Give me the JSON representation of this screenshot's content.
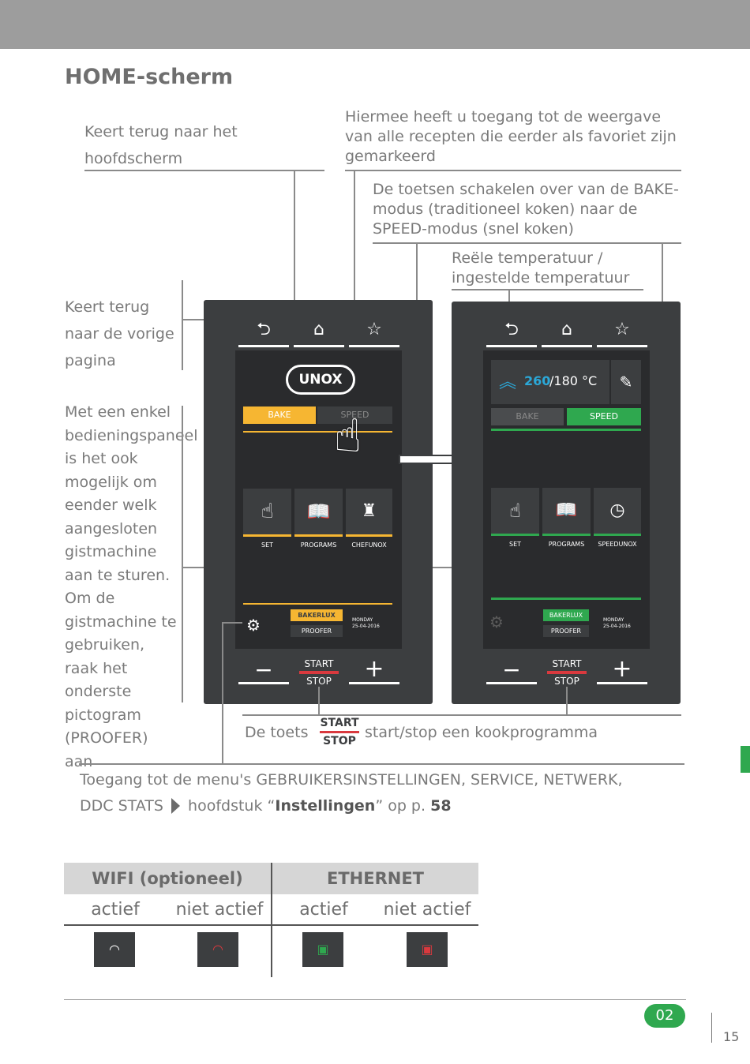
{
  "page": {
    "title": "HOME-scherm",
    "chapter_badge": "02",
    "page_number": "15"
  },
  "callouts": {
    "home": "Keert terug naar het hoofdscherm",
    "favorites": "Hiermee heeft u toegang tot de weergave van alle recepten die eerder als favoriet zijn gemarkeerd",
    "mode_switch": "De toetsen schakelen over van de BAKE-modus (traditioneel koken) naar de SPEED-modus (snel koken)",
    "temperature": "Reële temperatuur / ingestelde temperatuur",
    "back": "Keert terug naar de vorige pagina",
    "proofer": "Met een enkel bedieningspaneel is het ook mogelijk om eender welk aangesloten gistmachine aan te sturen. Om de gistmachine te gebruiken, raak het onderste pictogram (PROOFER) aan",
    "startstop_before": "De toets",
    "startstop_after": "start/stop een kookprogramma",
    "settings_line1": "Toegang tot de menu's GEBRUIKERSINSTELLINGEN, SERVICE, NETWERK,",
    "settings_line2_a": "DDC STATS",
    "settings_line2_b": "hoofdstuk “",
    "settings_line2_bold": "Instellingen",
    "settings_line2_c": "” op p.",
    "settings_line2_page": "58"
  },
  "device_left": {
    "logo": "UNOX",
    "tab_bake": "BAKE",
    "tab_speed": "SPEED",
    "tiles": [
      "SET",
      "PROGRAMS",
      "CHEFUNOX"
    ],
    "bakerlux": "BAKERLUX",
    "proofer": "PROOFER",
    "date_day": "MONDAY",
    "date": "25-04-2016",
    "start": "START",
    "stop": "STOP",
    "minus": "−",
    "plus": "+"
  },
  "device_right": {
    "temperature_actual": "260",
    "temperature_set": "/180 °C",
    "tab_bake": "BAKE",
    "tab_speed": "SPEED",
    "tiles": [
      "SET",
      "PROGRAMS",
      "SPEEDUNOX"
    ],
    "bakerlux": "BAKERLUX",
    "proofer": "PROOFER",
    "date_day": "MONDAY",
    "date": "25-04-2016",
    "start": "START",
    "stop": "STOP",
    "minus": "−",
    "plus": "+"
  },
  "startstop_icon": {
    "start": "START",
    "stop": "STOP"
  },
  "legend": {
    "groups": [
      {
        "name": "WIFI (optioneel)",
        "states": [
          "actief",
          "niet actief"
        ]
      },
      {
        "name": "ETHERNET",
        "states": [
          "actief",
          "niet actief"
        ]
      }
    ],
    "icons": [
      "wifi-active-icon",
      "wifi-inactive-icon",
      "ethernet-active-icon",
      "ethernet-inactive-icon"
    ]
  },
  "colors": {
    "accent_yellow": "#f6b632",
    "accent_green": "#2fa84f",
    "accent_red": "#d9393e",
    "temp_blue": "#2ba8d8",
    "panel_dark": "#3c3e40"
  }
}
